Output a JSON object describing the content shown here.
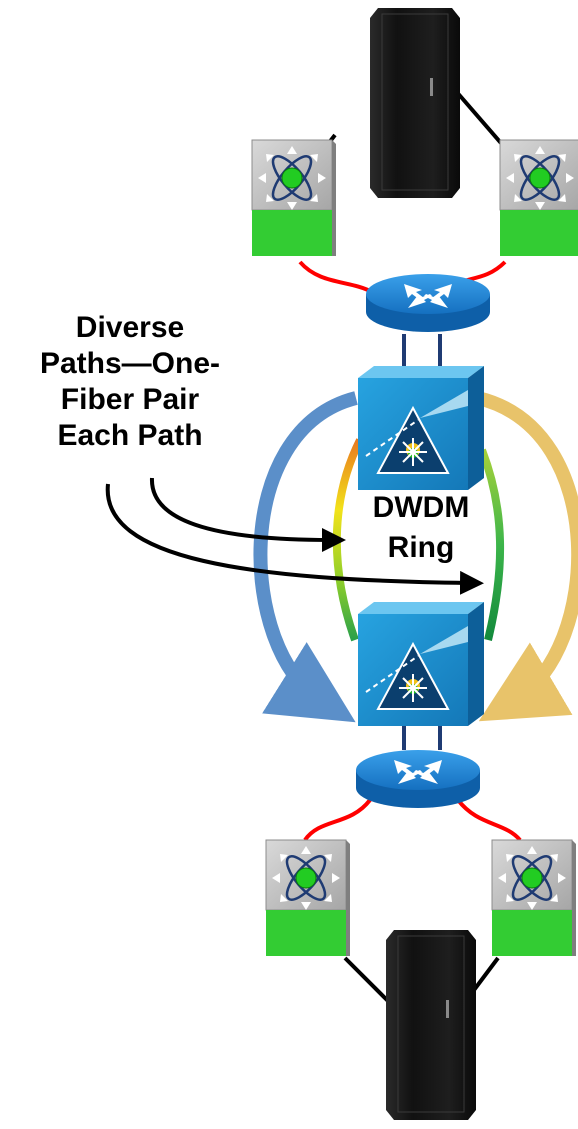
{
  "caption": {
    "lines": [
      "Diverse",
      "Paths—One-",
      "Fiber Pair",
      "Each Path"
    ]
  },
  "ring": {
    "line1": "DWDM",
    "line2": "Ring"
  },
  "colors": {
    "left_path": "#5b8fc9",
    "right_path": "#e8c36a",
    "router": "#1a7fd1",
    "dwdm": "#1a8ecf",
    "switch_body": "#bfbfbf",
    "switch_base": "#33cc33",
    "link_red": "#ff0000",
    "link_black": "#000000"
  },
  "icons": [
    "storage-array-icon",
    "multilayer-switch-icon",
    "router-icon",
    "dwdm-optical-node-icon"
  ]
}
